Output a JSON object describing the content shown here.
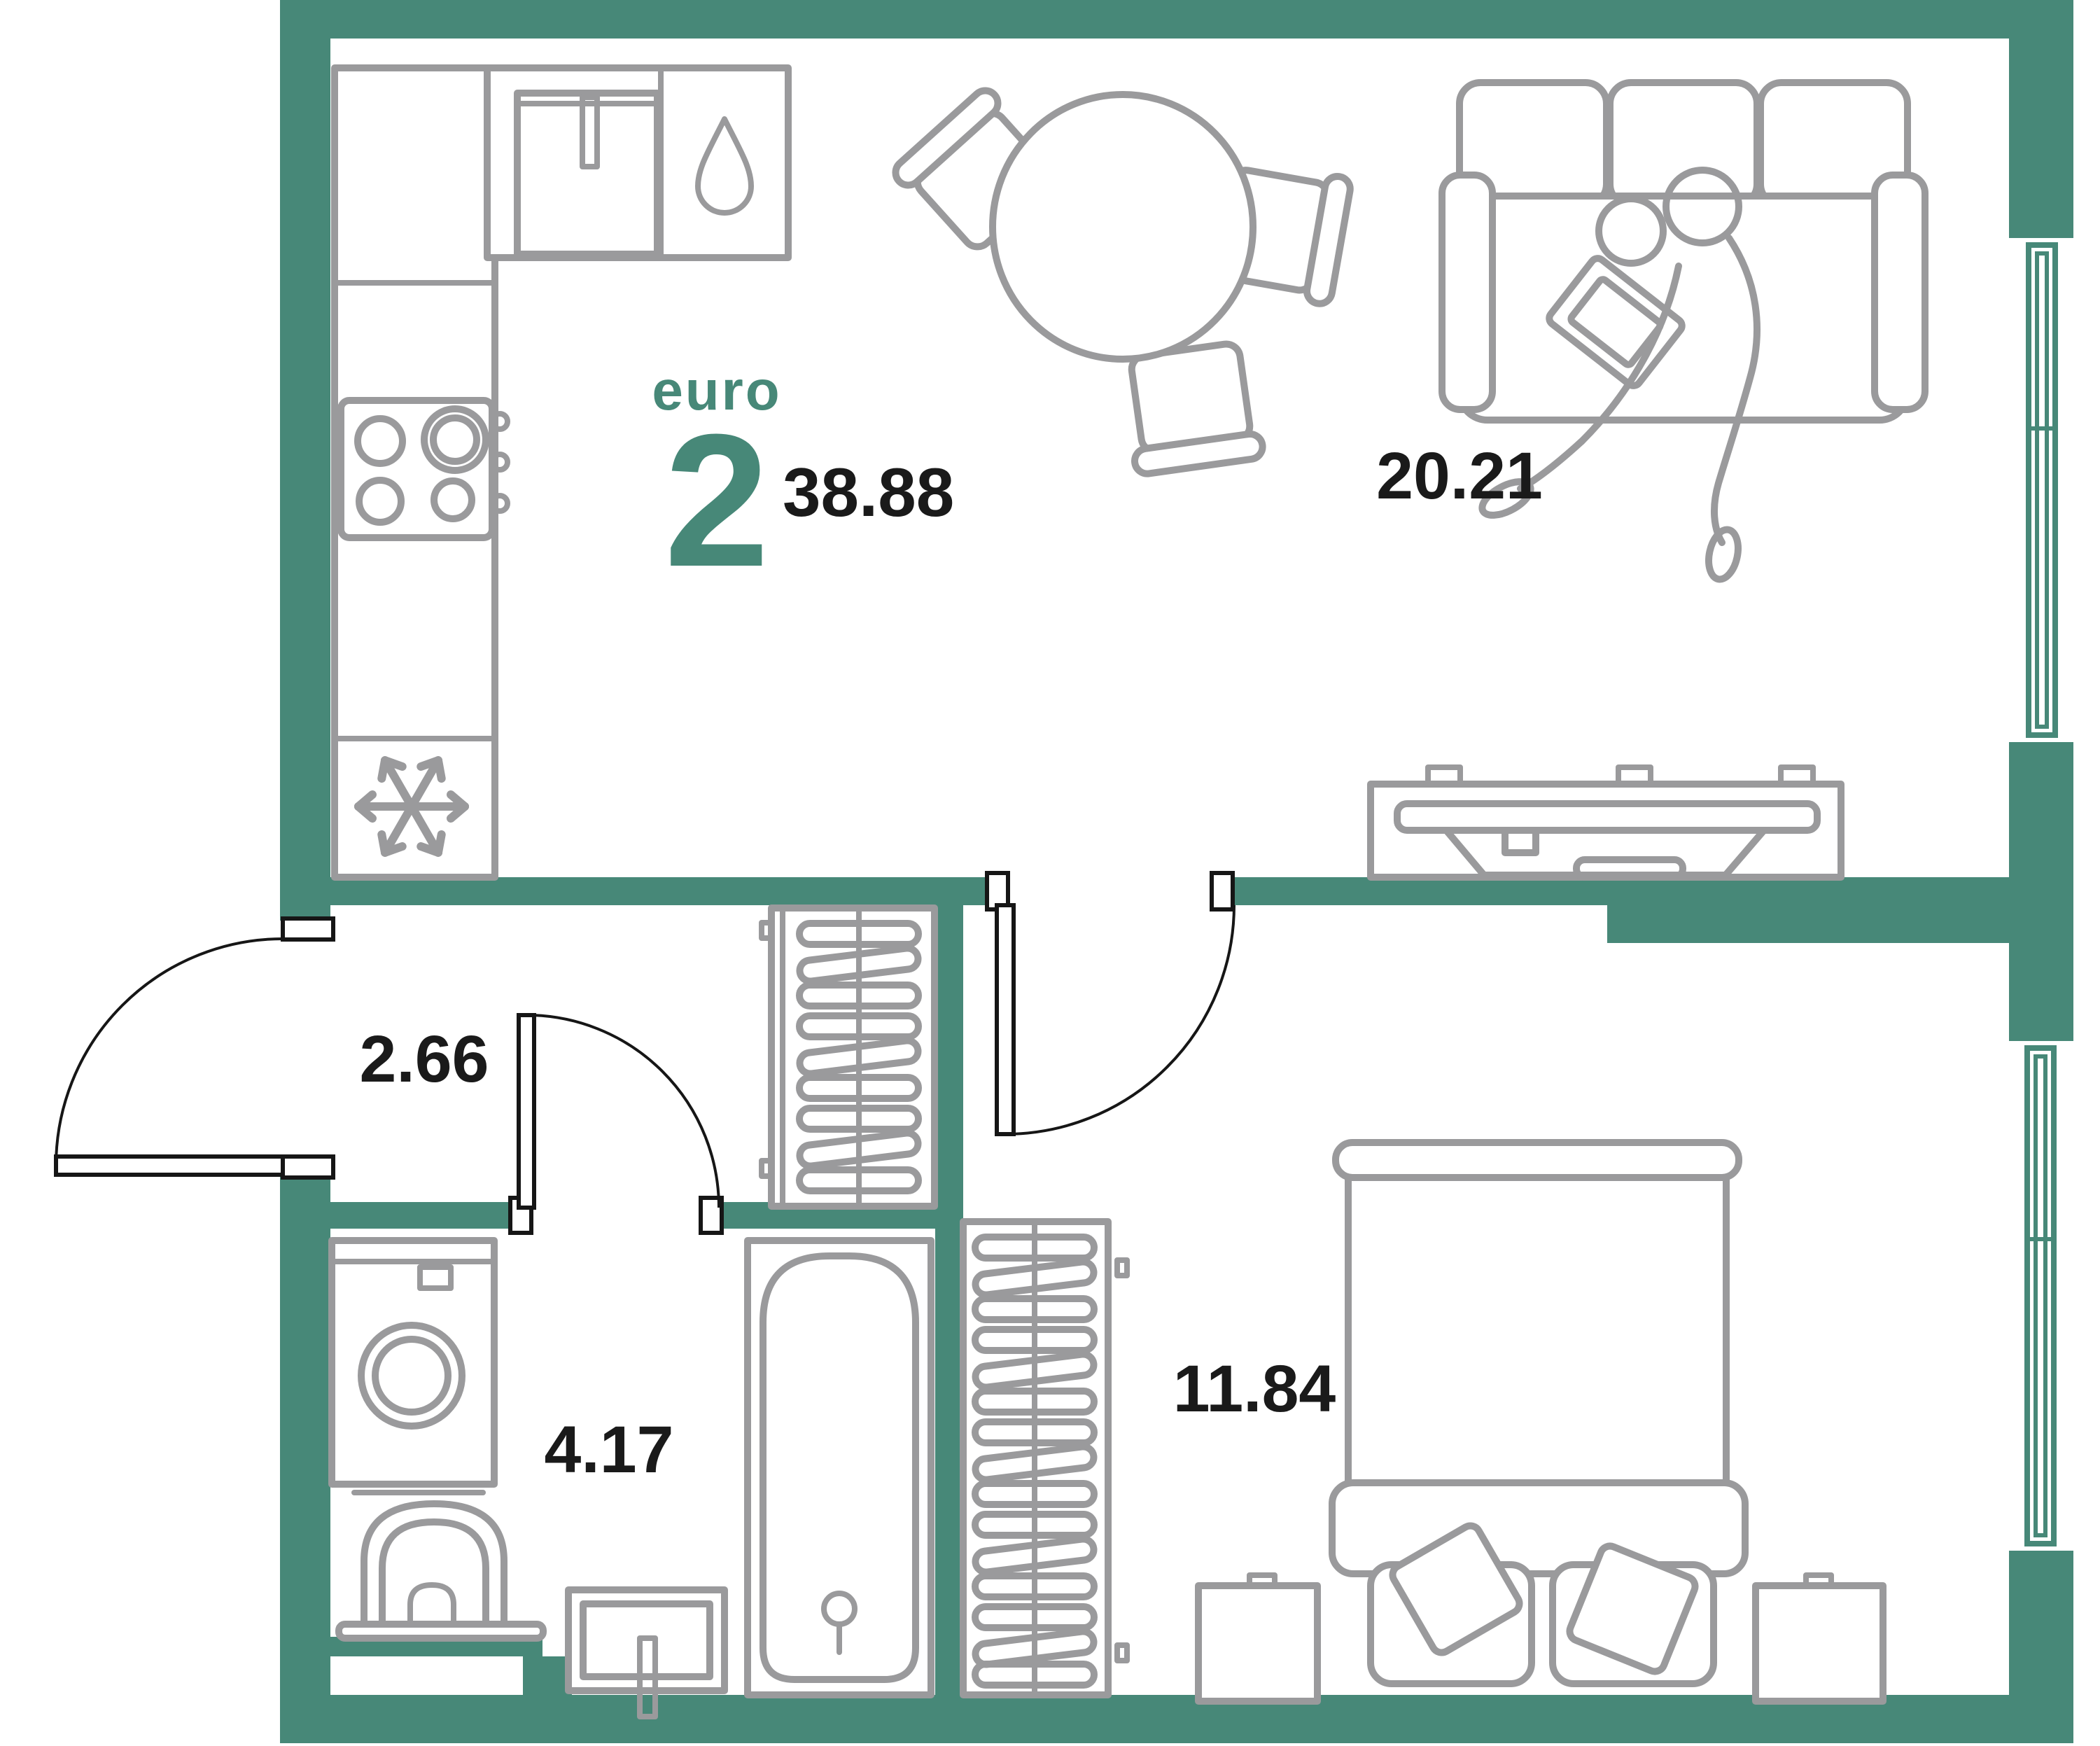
{
  "plan": {
    "unit_type_label": "euro",
    "unit_rooms_number": "2",
    "unit_total_area": "38.88",
    "rooms": [
      {
        "id": "living-kitchen",
        "area_label": "20.21"
      },
      {
        "id": "hallway",
        "area_label": "2.66"
      },
      {
        "id": "bathroom",
        "area_label": "4.17"
      },
      {
        "id": "bedroom",
        "area_label": "11.84"
      }
    ],
    "icons": [
      "snowflake-icon",
      "water-drop-icon"
    ],
    "colors": {
      "wall": "#478878",
      "accent": "#478878",
      "furniture": "#9A9A9C",
      "label_text": "#1A1A1A",
      "door_lines": "#161616",
      "background": "#FFFFFF"
    }
  }
}
